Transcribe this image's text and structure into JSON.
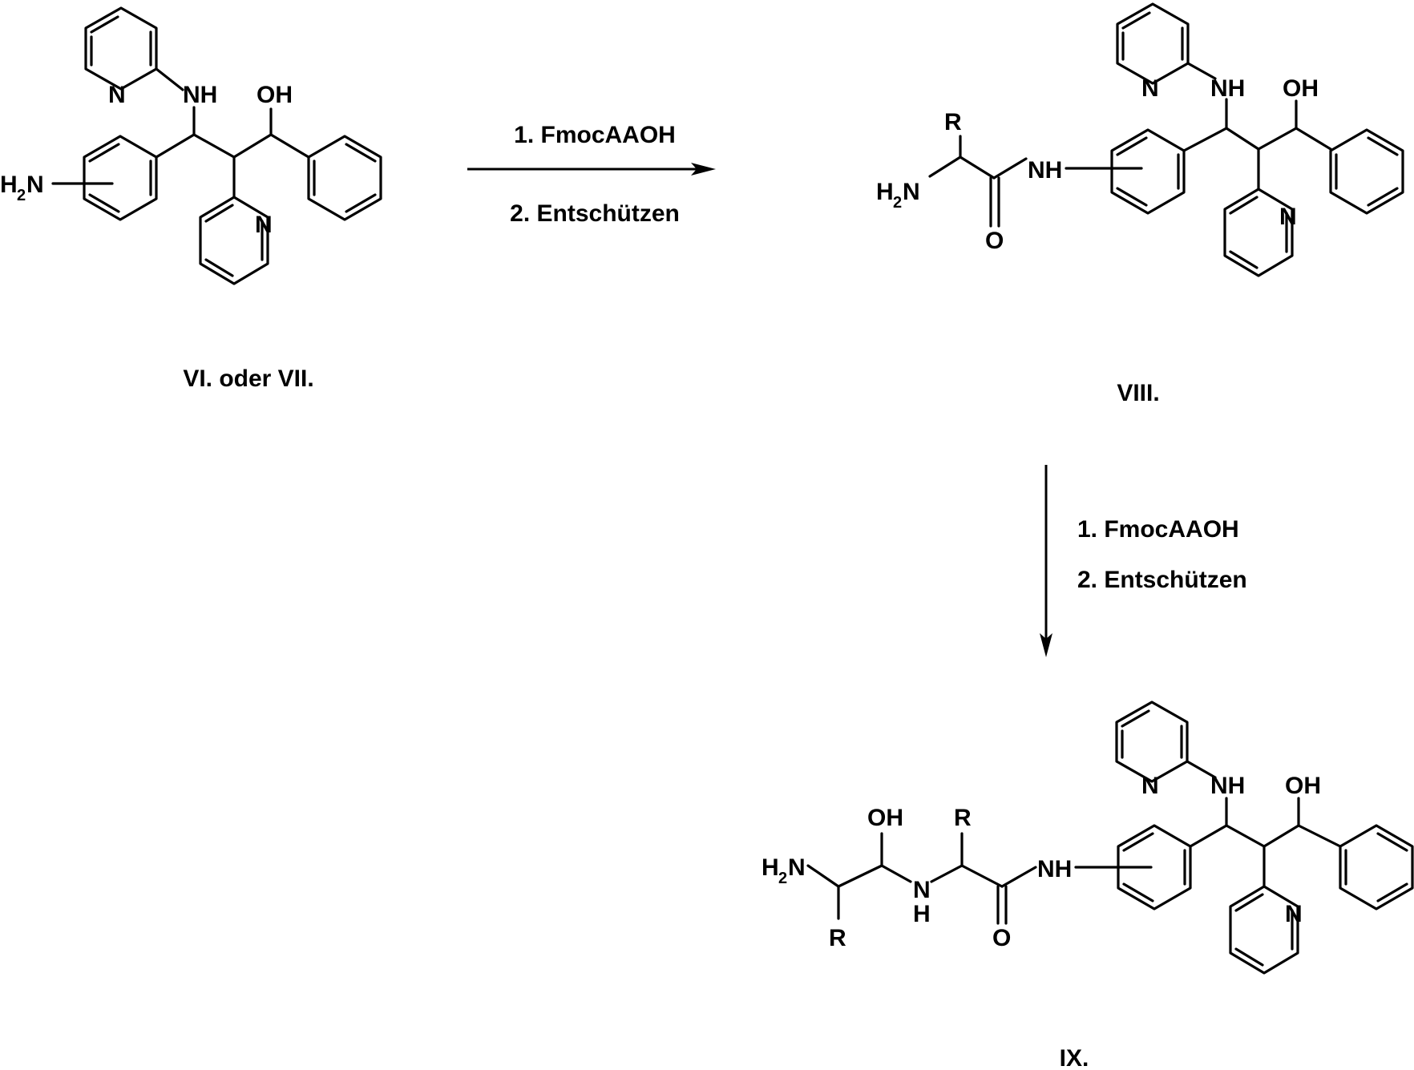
{
  "scheme": {
    "step1": {
      "reagent": "1. FmocAAOH",
      "deprotection": "2. Entschützen"
    },
    "step2": {
      "reagent": "1. FmocAAOH",
      "deprotection": "2. Entschützen"
    }
  },
  "compounds": {
    "start": {
      "label": "VI. oder VII.",
      "atoms": {
        "nh": "NH",
        "oh": "OH",
        "n_pyr_top": "N",
        "n_pyr_bottom": "N",
        "h2n_h": "H",
        "h2n_sub": "2",
        "h2n_n": "N"
      }
    },
    "viii": {
      "label": "VIII.",
      "atoms": {
        "r": "R",
        "h2n_h": "H",
        "h2n_sub": "2",
        "h2n_n": "N",
        "nh_amide": "NH",
        "o": "O",
        "nh": "NH",
        "oh": "OH",
        "n_pyr_top": "N",
        "n_pyr_bottom": "N"
      }
    },
    "ix": {
      "label": "IX.",
      "atoms": {
        "h2n_h": "H",
        "h2n_sub": "2",
        "h2n_n": "N",
        "oh_side": "OH",
        "r1": "R",
        "r2": "R",
        "n_link": "N",
        "h_link": "H",
        "nh_amide": "NH",
        "o": "O",
        "nh": "NH",
        "oh": "OH",
        "n_pyr_top": "N",
        "n_pyr_bottom": "N"
      }
    }
  }
}
